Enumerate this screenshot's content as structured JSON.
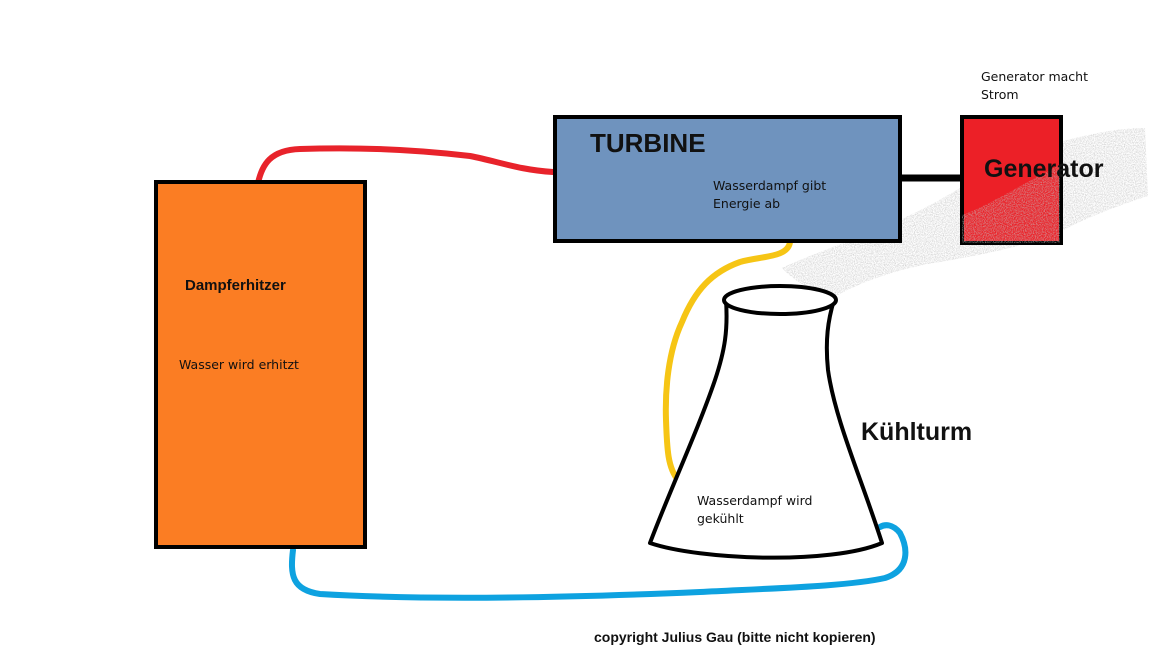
{
  "diagram": {
    "components": {
      "heater": {
        "title": "Dampferhitzer",
        "caption": "Wasser wird erhitzt",
        "fill": "#fb7d23"
      },
      "turbine": {
        "title": "TURBINE",
        "caption": "Wasserdampf gibt\nEnergie ab",
        "fill": "#6f93be"
      },
      "generator": {
        "title": "Generator",
        "caption": "Generator macht\nStrom",
        "fill": "#ec2027"
      },
      "cooling_tower": {
        "title": "Kühlturm",
        "caption": "Wasserdampf wird\ngekühlt",
        "fill": "#ffffff"
      }
    },
    "pipes": {
      "steam_to_turbine": {
        "color": "#e8232b"
      },
      "turbine_to_tower": {
        "color": "#f6c515"
      },
      "tower_to_heater": {
        "color": "#0ea2e0"
      },
      "shaft": {
        "color": "#000000"
      }
    },
    "steam_plume": {
      "color": "#b3b3b3"
    },
    "copyright": "copyright Julius Gau (bitte nicht kopieren)"
  }
}
